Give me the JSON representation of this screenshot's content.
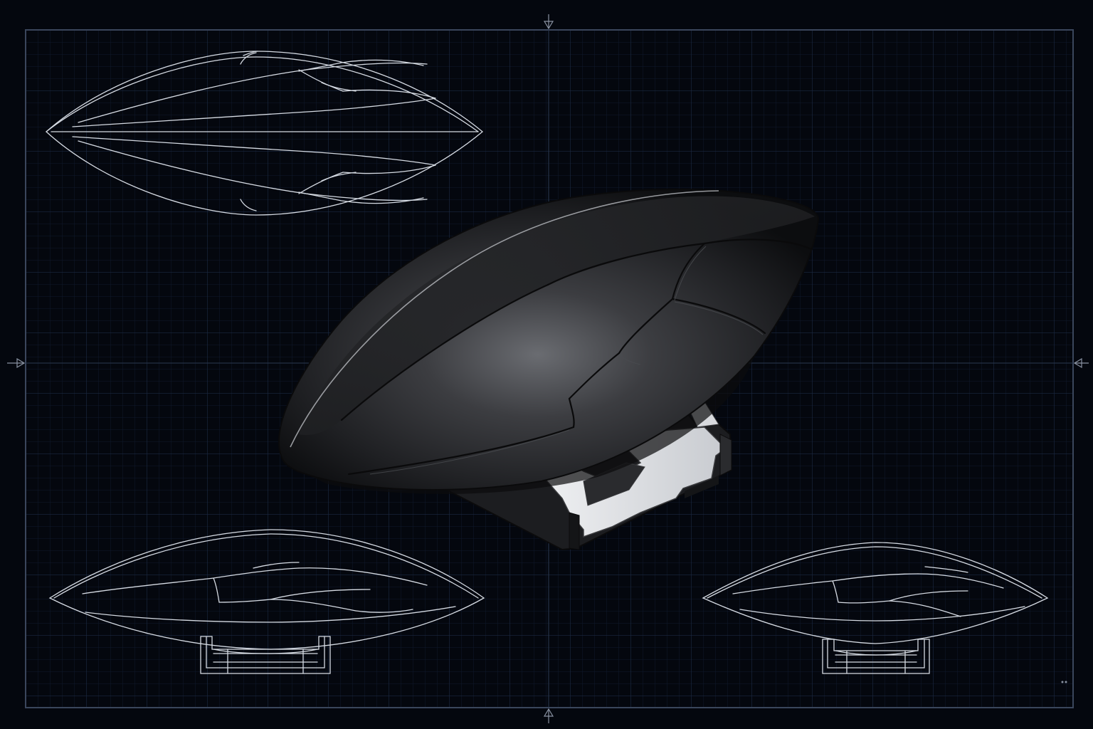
{
  "drawing": {
    "background": "#04070e",
    "grid_minor_color": "#0f1a2c",
    "grid_major_color": "#1b2942",
    "frame_color": "#3a465c",
    "line_color": "#d6dbe3",
    "model_dark": "#1a1b1e",
    "model_highlight": "#6a6c71",
    "stand_light": "#e2e4e7"
  },
  "views": [
    {
      "name": "top-view",
      "kind": "orthographic"
    },
    {
      "name": "isometric-render",
      "kind": "shaded-3d"
    },
    {
      "name": "front-view",
      "kind": "orthographic-with-stand"
    },
    {
      "name": "side-view",
      "kind": "orthographic-with-stand"
    }
  ],
  "markers": [
    "top-center-arrow",
    "bottom-center-arrow",
    "left-center-arrow",
    "right-center-arrow"
  ]
}
